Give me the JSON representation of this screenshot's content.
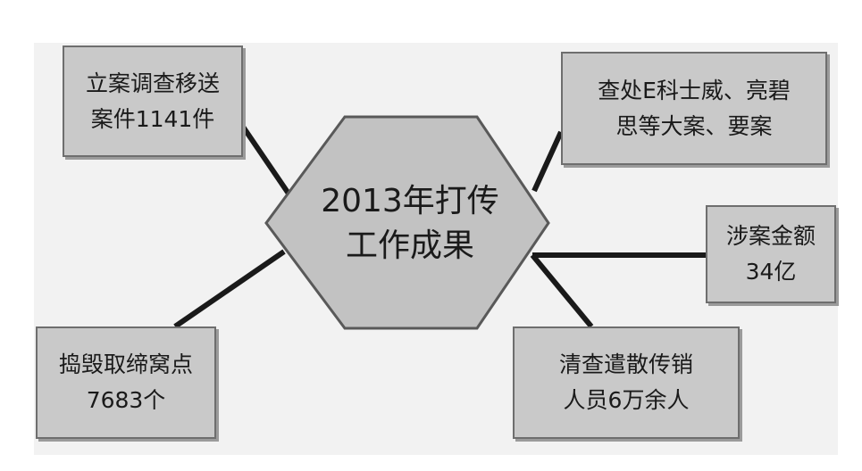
{
  "center": {
    "line1": "2013年打传",
    "line2": "工作成果"
  },
  "nodes": [
    {
      "id": "cases",
      "line1": "立案调查移送",
      "line2": "案件1141件"
    },
    {
      "id": "big-cases",
      "line1": "查处E科士威、亮碧",
      "line2": "思等大案、要案"
    },
    {
      "id": "amount",
      "line1": "涉案金额",
      "line2": "34亿"
    },
    {
      "id": "dens",
      "line1": "捣毁取缔窝点",
      "line2": "7683个"
    },
    {
      "id": "people",
      "line1": "清查遣散传销",
      "line2": "人员6万余人"
    }
  ],
  "colors": {
    "box_fill": "#c9c9c9",
    "hex_fill": "#c2c2c2",
    "stroke": "#595959",
    "line": "#1a1a1a"
  }
}
